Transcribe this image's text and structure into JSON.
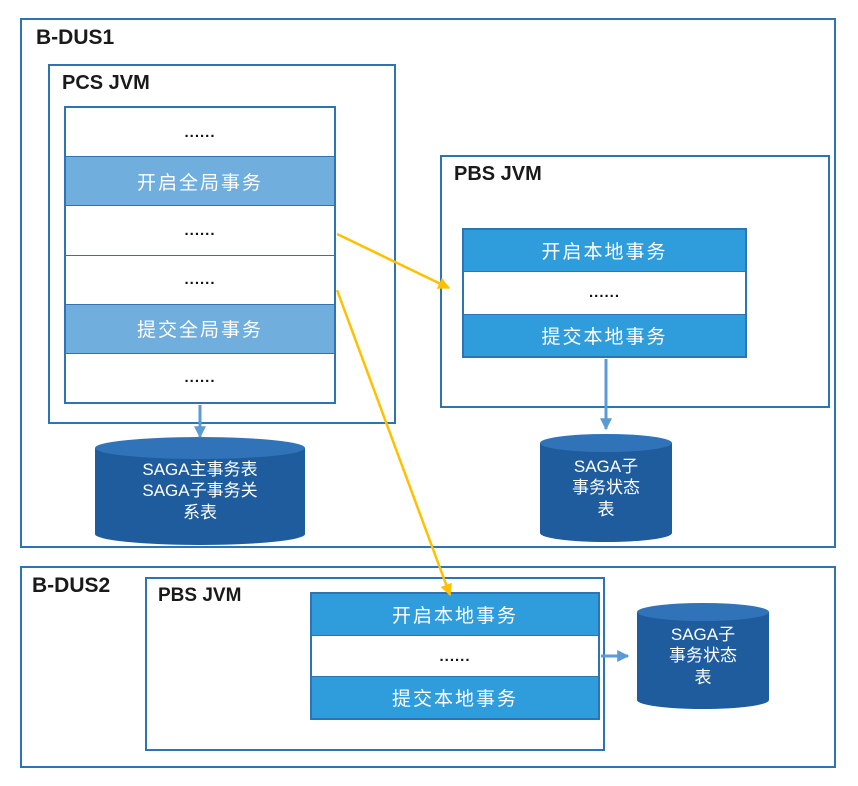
{
  "colors": {
    "border": "#2E74B5",
    "bar-light": "#6FAEDD",
    "bar-vivid": "#2F9CDB",
    "cylinder": "#1E5C9E",
    "cylinder-top": "#3173B9",
    "arrow-blue": "#5B9BD5",
    "arrow-yellow": "#FFC000"
  },
  "bdus1": {
    "label": "B-DUS1",
    "pcs": {
      "label": "PCS JVM",
      "rows": [
        "......",
        "开启全局事务",
        "......",
        "......",
        "提交全局事务",
        "......"
      ]
    },
    "pbs": {
      "label": "PBS JVM",
      "rows": [
        "开启本地事务",
        "......",
        "提交本地事务"
      ]
    },
    "saga_main_table": {
      "lines": [
        "SAGA主事务表",
        "SAGA子事务关",
        "系表"
      ]
    },
    "saga_sub_table": {
      "lines": [
        "SAGA子",
        "事务状态",
        "表"
      ]
    }
  },
  "bdus2": {
    "label": "B-DUS2",
    "pbs": {
      "label": "PBS JVM",
      "rows": [
        "开启本地事务",
        "......",
        "提交本地事务"
      ]
    },
    "saga_sub_table": {
      "lines": [
        "SAGA子",
        "事务状态",
        "表"
      ]
    }
  }
}
